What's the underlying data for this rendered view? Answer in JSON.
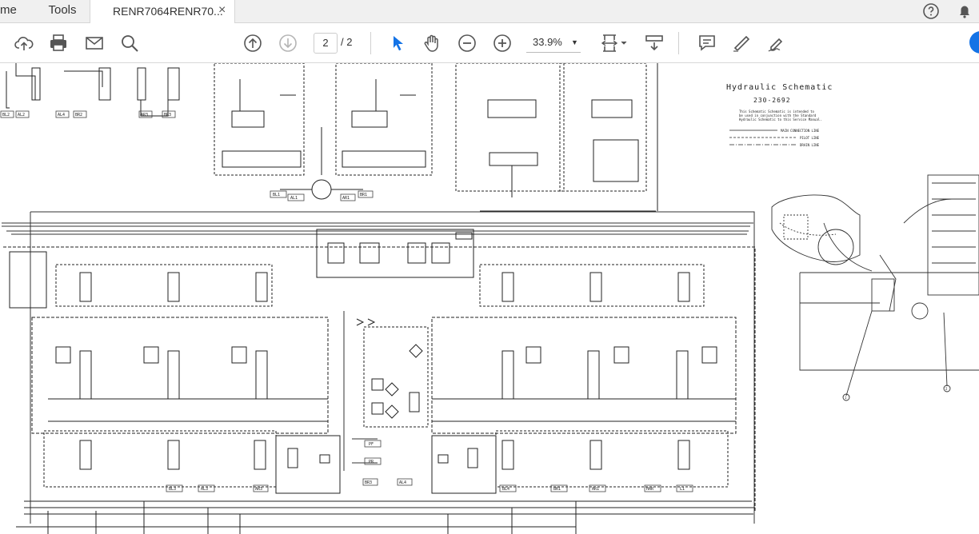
{
  "tabs": {
    "home_label": "me",
    "tools_label": "Tools",
    "doc_label": "RENR7064RENR70...",
    "doc_close": "×"
  },
  "toolbar": {
    "page_current": "2",
    "page_total": "/ 2",
    "zoom_value": "33.9%",
    "zoom_caret": "▼"
  },
  "icons": {
    "help": "help-circle-icon",
    "notify": "bell-icon",
    "upload": "cloud-upload-icon",
    "print": "printer-icon",
    "mail": "envelope-icon",
    "search": "magnifier-icon",
    "prev": "arrow-up-circle-icon",
    "next": "arrow-down-circle-icon",
    "select": "cursor-arrow-icon",
    "hand": "hand-icon",
    "zoom_out": "minus-circle-icon",
    "zoom_in": "plus-circle-icon",
    "fit": "fit-page-icon",
    "scroll": "scroll-mode-icon",
    "comment": "comment-icon",
    "highlight": "pen-icon",
    "sign": "sign-icon"
  },
  "doc": {
    "title": "Hydraulic Schematic",
    "part_number": "230-2692",
    "note_lines": [
      "This Schematic Schematic is intended to",
      "be used in conjunction with the Standard",
      "Hydraulic Schematic to this Service Manual."
    ],
    "legend": [
      "MAIN CONNECTION LINE",
      "PILOT LINE",
      "DRAIN LINE"
    ],
    "top_labels": [
      "BL2",
      "AL2",
      "AL4",
      "BR2",
      "AR3",
      "BR3"
    ],
    "mid_labels": [
      "BL1",
      "AL1",
      "AR1",
      "BR1"
    ],
    "bottom_labels": [
      "BL3",
      "AL3",
      "AR3",
      "BR3",
      "AL4",
      "BL4",
      "BR1",
      "AR1",
      "HAR",
      "L1"
    ],
    "center_labels": [
      "PF",
      "PR"
    ],
    "callouts": [
      "1",
      "2"
    ]
  }
}
